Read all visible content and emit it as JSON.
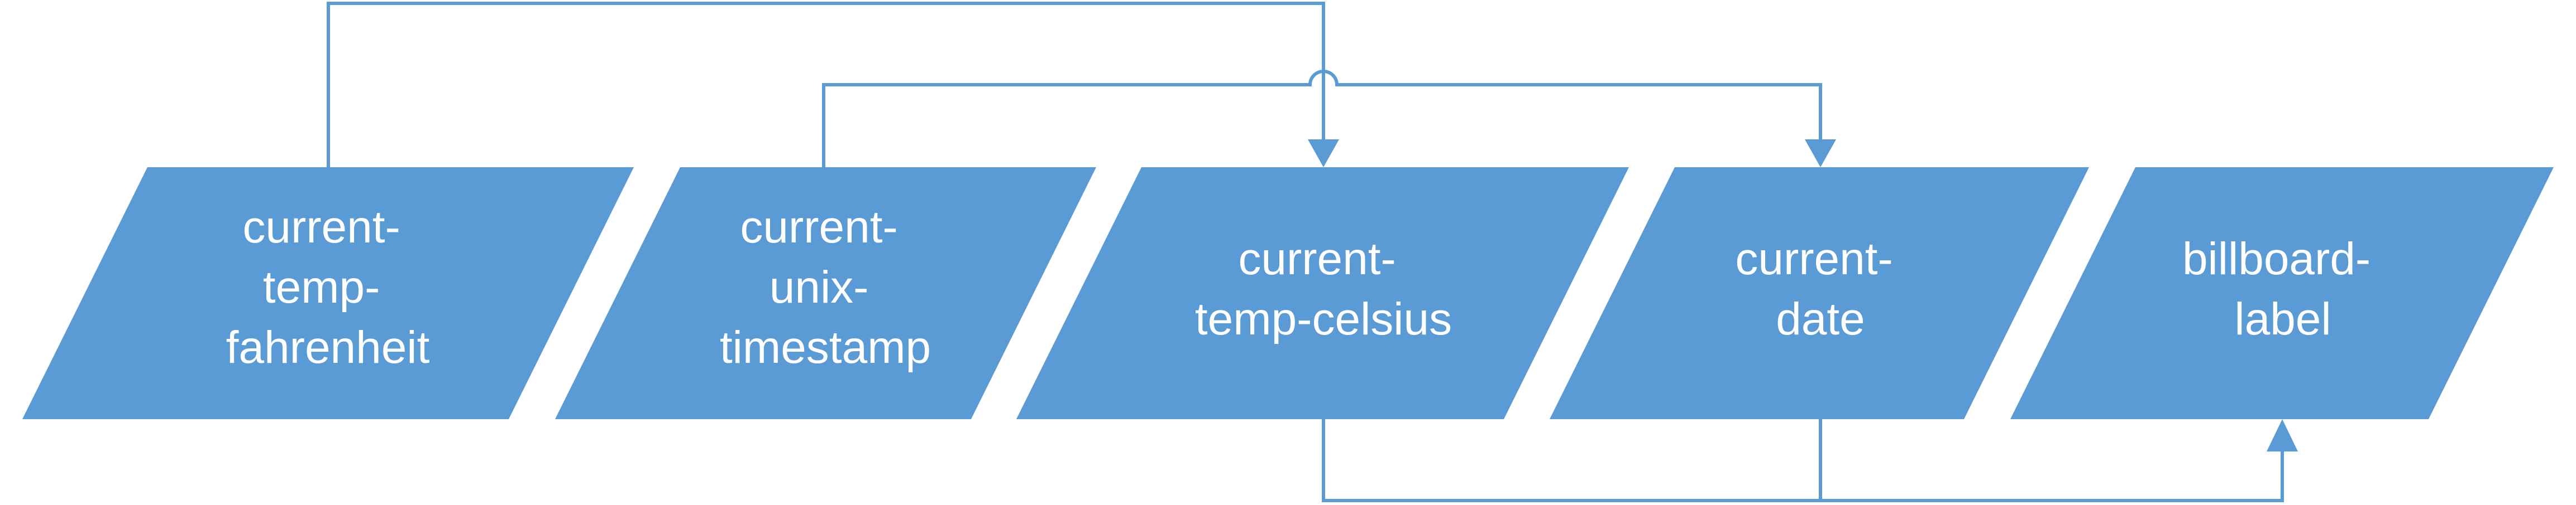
{
  "colors": {
    "node_fill": "#5b9bd5",
    "node_text": "#ffffff",
    "connector": "#5b9bd5",
    "background": "#ffffff"
  },
  "nodes": [
    {
      "id": "current-temp-fahrenheit",
      "lines": [
        "current-",
        "temp-",
        "fahrenheit"
      ]
    },
    {
      "id": "current-unix-timestamp",
      "lines": [
        "current-",
        "unix-",
        "timestamp"
      ]
    },
    {
      "id": "current-temp-celsius",
      "lines": [
        "current-",
        "temp-celsius"
      ]
    },
    {
      "id": "current-date",
      "lines": [
        "current-",
        "date"
      ]
    },
    {
      "id": "billboard-label",
      "lines": [
        "billboard-",
        "label"
      ]
    }
  ],
  "edges": [
    {
      "from": "current-temp-fahrenheit",
      "to": "current-temp-celsius"
    },
    {
      "from": "current-unix-timestamp",
      "to": "current-date"
    },
    {
      "from": "current-temp-celsius",
      "to": "billboard-label"
    },
    {
      "from": "current-date",
      "to": "billboard-label"
    }
  ]
}
